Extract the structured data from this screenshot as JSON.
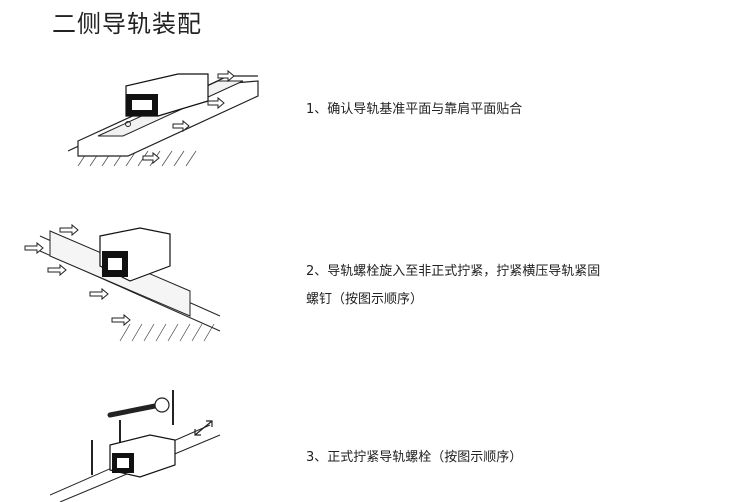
{
  "title": "二侧导轨装配",
  "steps": [
    {
      "line1": "1、确认导轨基准平面与靠肩平面贴合",
      "line2": ""
    },
    {
      "line1": "2、导轨螺栓旋入至非正式拧紧，拧紧横压导轨紧固",
      "line2": "螺钉（按图示顺序）"
    },
    {
      "line1": "3、正式拧紧导轨螺栓（按图示顺序）",
      "line2": ""
    }
  ],
  "icons": {
    "step1": "rail-block-shoulder-alignment-illustration",
    "step2": "rail-bolt-preliminary-tightening-illustration",
    "step3": "rail-bolt-final-tightening-illustration"
  }
}
